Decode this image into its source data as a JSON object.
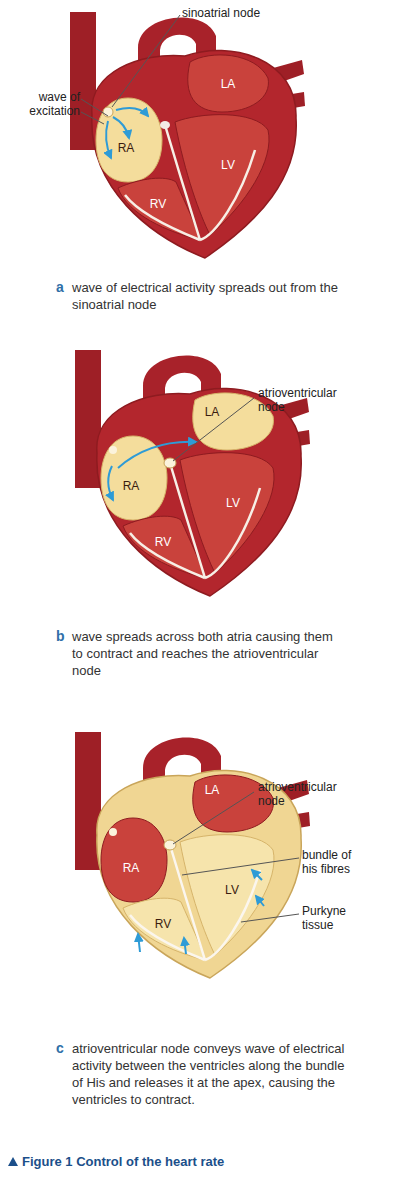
{
  "diagram": {
    "caption": "Figure 1 Control of the heart rate",
    "labels": [
      "sinoatrial node",
      "wave of excitation",
      "LA",
      "RA",
      "LV",
      "RV",
      "a",
      "wave of electrical activity spreads out from the sinoatrial node",
      "LA",
      "RA",
      "atrioventricular node",
      "LV",
      "RV",
      "b",
      "wave spreads across both atria causing them to contract and reaches the atrioventricular node",
      "LA",
      "RA",
      "atrioventricular node",
      "bundle of his fibres",
      "LV",
      "Purkyne tissue",
      "RV",
      "c",
      "atrioventricular node conveys wave of electrical activity between the ventricles along the bundle of His and releases it at the apex, causing the ventricles to contract."
    ]
  }
}
